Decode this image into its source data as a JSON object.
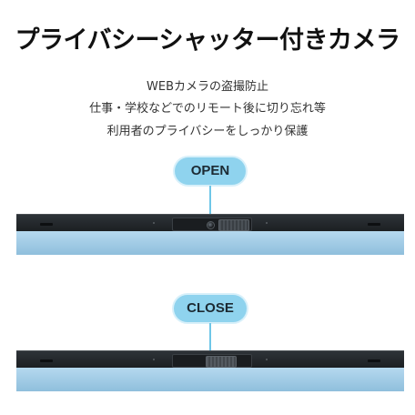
{
  "title": "プライバシーシャッター付きカメラ",
  "description": [
    "WEBカメラの盗撮防止",
    "仕事・学校などでのリモート後に切り忘れ等",
    "利用者のプライバシーをしっかり保護"
  ],
  "states": {
    "open_label": "OPEN",
    "close_label": "CLOSE"
  },
  "colors": {
    "badge": "#8fd3ee",
    "bezel": "#1c1f22",
    "screen": "#a9d2ea"
  },
  "icons": [
    "camera-lens-icon",
    "shutter-slider-icon",
    "speaker-grille-icon"
  ]
}
